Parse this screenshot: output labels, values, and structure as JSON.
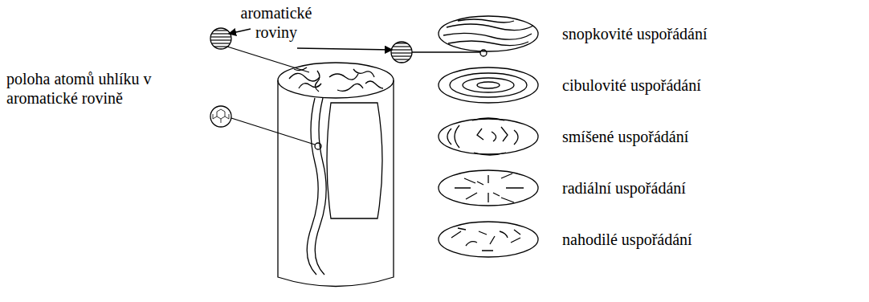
{
  "diagram": {
    "labels": [
      "aromatické roviny",
      "poloha atomů uhlíku v aromatické rovině",
      "snopkovité uspořádání",
      "cibulovité uspořádání",
      "smíšené uspořádání",
      "radiální uspořádání",
      "nahodilé uspořádání"
    ]
  }
}
